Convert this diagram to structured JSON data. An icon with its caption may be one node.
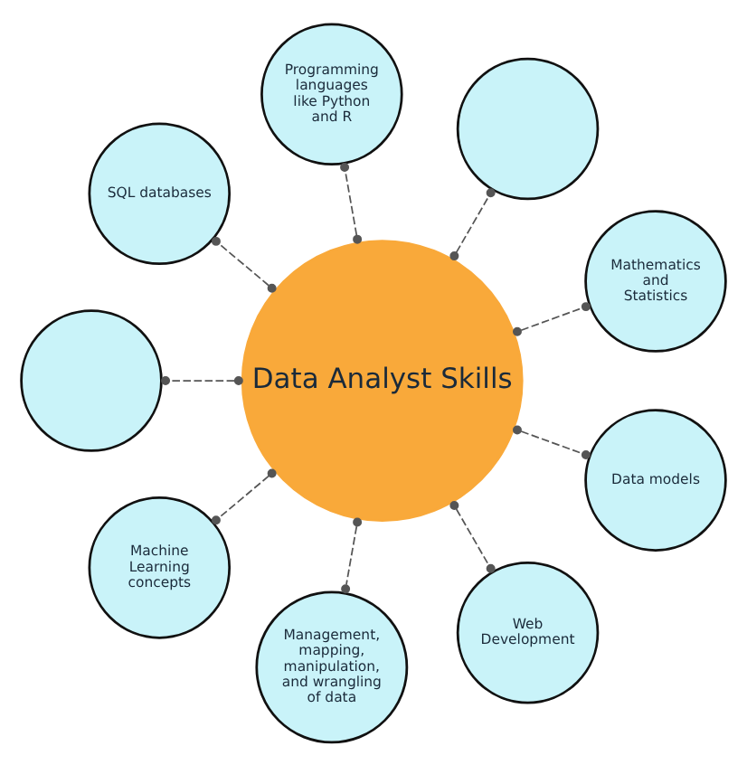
{
  "diagram": {
    "nodes": [
      {
        "text": [
          "Data Analyst Skills"
        ]
      },
      {
        "text": [
          "Mathematics and Statistics"
        ]
      },
      {
        "text": [],
        "shape": "circle"
      },
      {
        "text": [
          "Programming languages like Python and R"
        ]
      },
      {
        "text": [
          "SQL databases"
        ]
      },
      {
        "text": [],
        "shape": "circle"
      },
      {
        "text": [
          "Machine Learning concepts"
        ]
      },
      {
        "text": [
          "Management, mapping, manipulation, and wrangling of data"
        ]
      },
      {
        "text": [
          "Web Development"
        ]
      },
      {
        "text": [
          "Data models"
        ]
      }
    ],
    "edges": [
      {
        "from": 0,
        "to": 1,
        "arrow": "other",
        "style": "dashed"
      },
      {
        "from": 0,
        "to": 2,
        "arrow": "other",
        "style": "dashed"
      },
      {
        "from": 0,
        "to": 3,
        "arrow": "other",
        "style": "dashed"
      },
      {
        "from": 0,
        "to": 4,
        "arrow": "other",
        "style": "dashed"
      },
      {
        "from": 0,
        "to": 5,
        "arrow": "other",
        "style": "dashed"
      },
      {
        "from": 0,
        "to": 6,
        "arrow": "other",
        "style": "dashed"
      },
      {
        "from": 0,
        "to": 7,
        "arrow": "other",
        "style": "dashed"
      },
      {
        "from": 0,
        "to": 8,
        "arrow": "other",
        "style": "dashed"
      },
      {
        "from": 0,
        "to": 9,
        "arrow": "other",
        "style": "dashed"
      }
    ]
  }
}
